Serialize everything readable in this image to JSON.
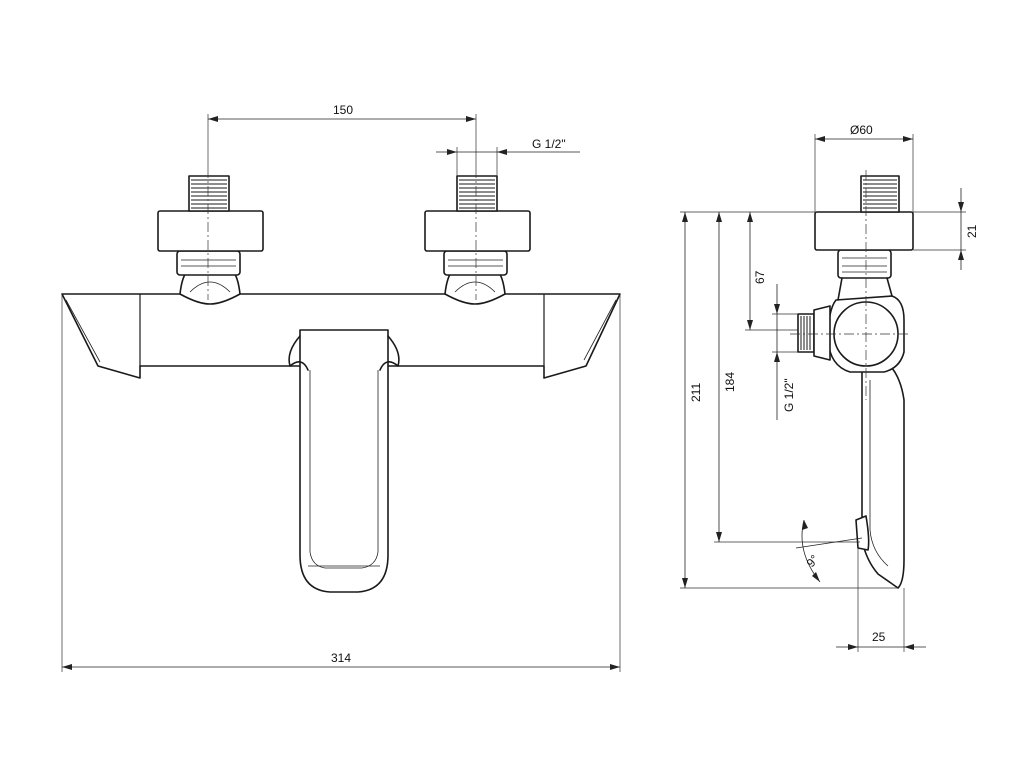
{
  "dimensions": {
    "inlet_spacing": "150",
    "thread_top": "G 1/2\"",
    "total_width": "314",
    "body_diameter": "Ø60",
    "nut_height": "21",
    "outlet_height": "67",
    "thread_side": "G 1/2\"",
    "spout_height": "184",
    "total_height": "211",
    "spout_angle": "9°",
    "spout_projection": "25"
  }
}
